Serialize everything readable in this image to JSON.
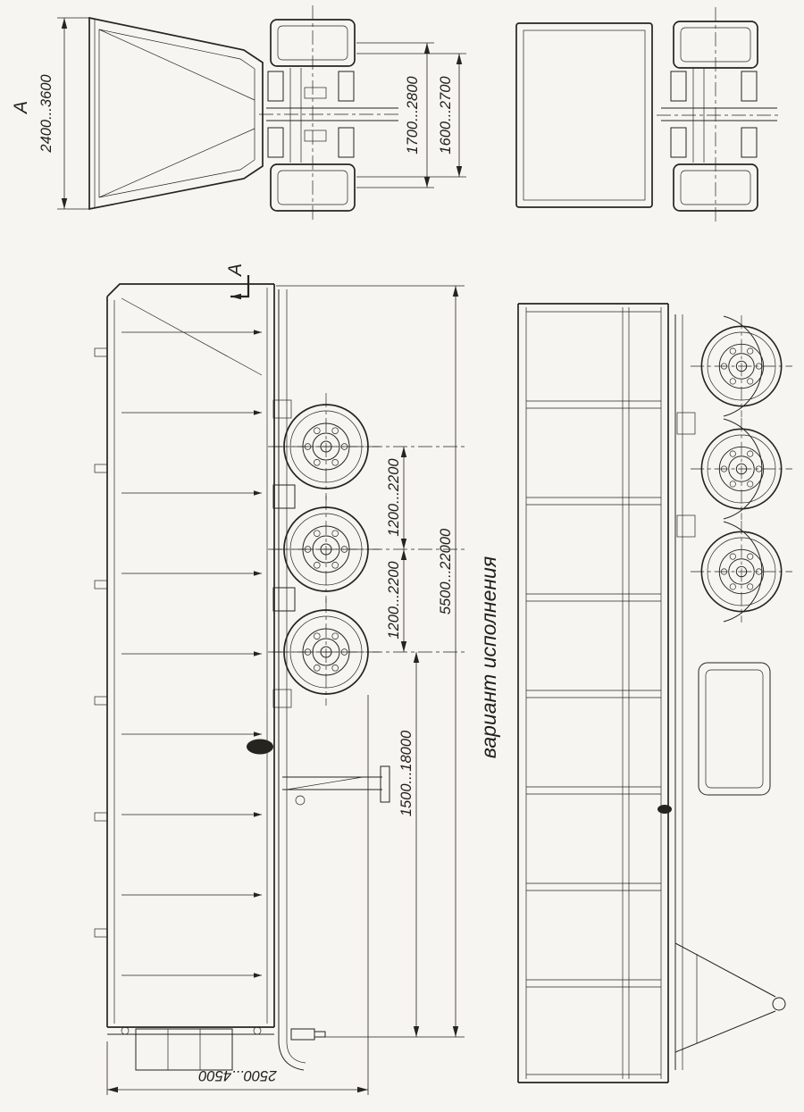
{
  "view_a": {
    "label": "A",
    "dim_body_width": "2400...3600",
    "dim_track_outer": "1700...2800",
    "dim_track_inner": "1600...2700"
  },
  "side_view": {
    "cut_label": "A",
    "dim_axle_spacing_1": "1200...2200",
    "dim_axle_spacing_2": "1200...2200",
    "dim_overall_length": "5500...22000",
    "dim_kingpin_length": "1500...18000",
    "dim_height": "2500...4500"
  },
  "variant": {
    "caption": "вариант исполнения"
  }
}
